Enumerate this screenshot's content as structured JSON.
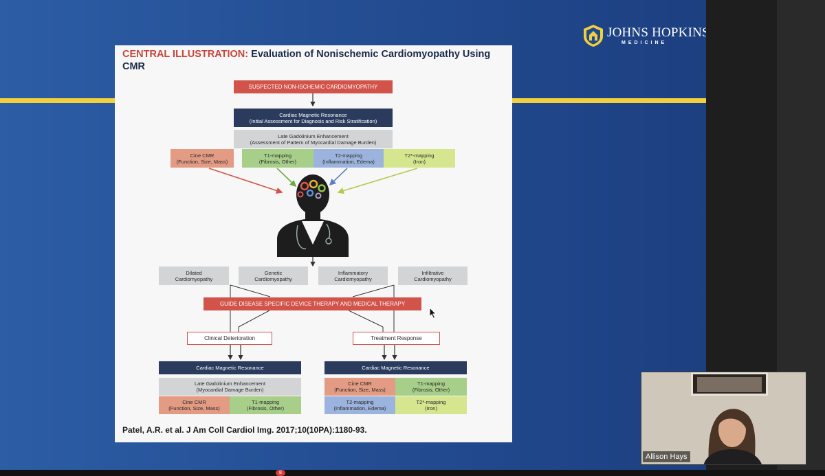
{
  "logo": {
    "name": "JOHNS HOPKINS",
    "sub": "MEDICINE"
  },
  "figure": {
    "title_kw": "CENTRAL ILLUSTRATION:",
    "title_rest": " Evaluation of Nonischemic Cardiomyopathy Using CMR",
    "top": "SUSPECTED NON-ISCHEMIC CARDIOMYOPATHY",
    "cmr": {
      "line1": "Cardiac Magnetic Resonance",
      "line2": "(Initial Assessment for Diagnosis and Risk Stratification)"
    },
    "lge": {
      "line1": "Late Gadolinium Enhancement",
      "line2": "(Assessment of Pattern of Myocardial Damage Burden)"
    },
    "modalities": [
      {
        "line1": "Cine CMR",
        "line2": "(Function, Size, Mass)"
      },
      {
        "line1": "T1-mapping",
        "line2": "(Fibrosis, Other)"
      },
      {
        "line1": "T2-mapping",
        "line2": "(Inflammation, Edema)"
      },
      {
        "line1": "T2*-mapping",
        "line2": "(Iron)"
      }
    ],
    "categories": [
      {
        "line1": "Dilated",
        "line2": "Cardiomyopathy"
      },
      {
        "line1": "Genetic",
        "line2": "Cardiomyopathy"
      },
      {
        "line1": "Inflammatory",
        "line2": "Cardiomyopathy"
      },
      {
        "line1": "Infiltrative",
        "line2": "Cardiomyopathy"
      }
    ],
    "guide": "GUIDE DISEASE SPECIFIC DEVICE THERAPY AND MEDICAL THERAPY",
    "clinical": "Clinical Deterioration",
    "response": "Treatment Response",
    "left_cmr": "Cardiac Magnetic Resonance",
    "left_lge": {
      "line1": "Late Gadolinium Enhancement",
      "line2": "(Myocardial Damage Burden)"
    },
    "left_cine": {
      "line1": "Cine CMR",
      "line2": "(Function, Size, Mass)"
    },
    "left_t1": {
      "line1": "T1-mapping",
      "line2": "(Fibrosis, Other)"
    },
    "right_cmr": "Cardiac Magnetic Resonance",
    "right_cine": {
      "line1": "Cine CMR",
      "line2": "(Function, Size, Mass)"
    },
    "right_t1": {
      "line1": "T1-mapping",
      "line2": "(Fibrosis, Other)"
    },
    "right_t2": {
      "line1": "T2-mapping",
      "line2": "(Inflammation, Edema)"
    },
    "right_t2star": {
      "line1": "T2*-mapping",
      "line2": "(Iron)"
    },
    "citation": "Patel, A.R. et al. J Am Coll Cardiol Img. 2017;10(10PA):1180-93."
  },
  "video": {
    "participant": "Allison Hays"
  },
  "toolbar": {
    "badge": "8"
  },
  "colors": {
    "slide_blue": "#2a579f",
    "gold": "#f2cf3c",
    "red": "#d2534a",
    "navy": "#2a3b5e"
  }
}
